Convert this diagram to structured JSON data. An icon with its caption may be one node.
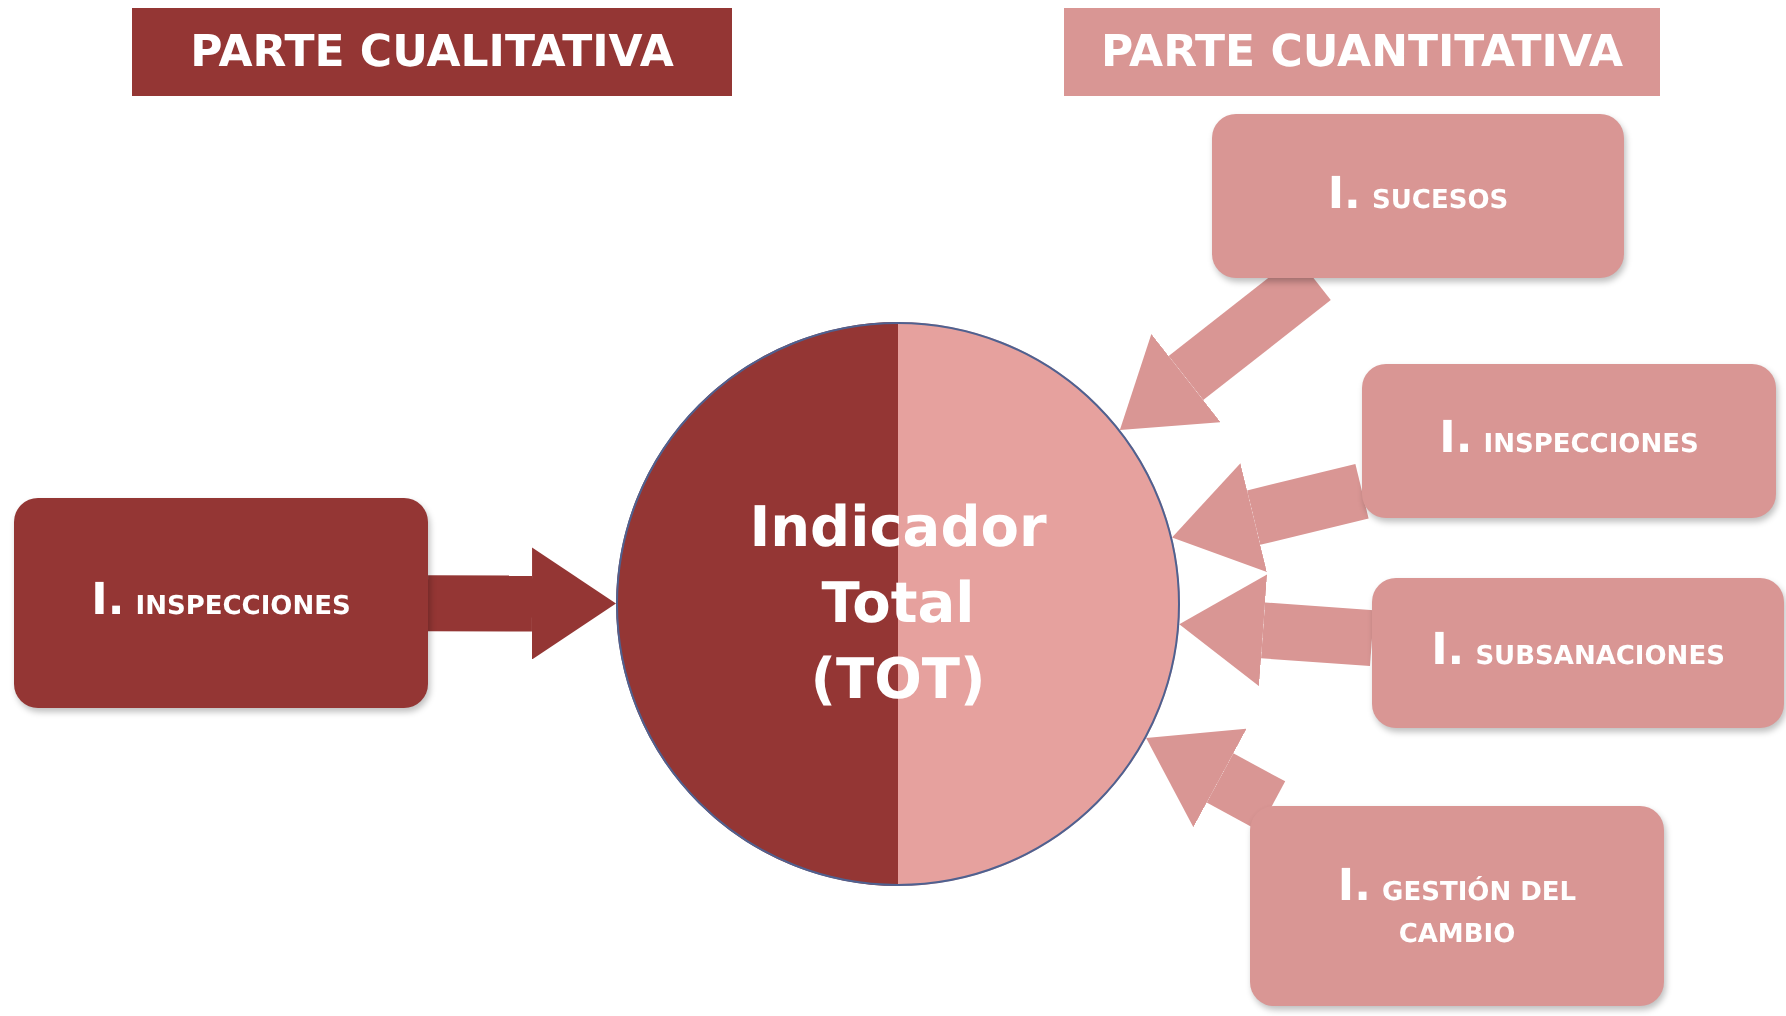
{
  "diagram": {
    "nodes": [
      {
        "text": [
          "PARTE CUALITATIVA"
        ]
      },
      {
        "text": [
          "PARTE CUANTITATIVA"
        ]
      },
      {
        "text": [
          "I.",
          "INSPECCIONES"
        ]
      },
      {
        "text": [
          "Indicador Total (TOT)"
        ]
      },
      {
        "text": [
          "I.",
          "SUCESOS"
        ]
      },
      {
        "text": [
          "I.",
          "INSPECCIONES"
        ]
      },
      {
        "text": [
          "I.",
          "SUBSANACIONES"
        ]
      },
      {
        "text": [
          "I.",
          "GESTIÓN DEL CAMBIO"
        ]
      }
    ],
    "edges": [
      {
        "from": 2,
        "to": 3,
        "arrow": "to",
        "color": "#943634"
      },
      {
        "from": 4,
        "to": 3,
        "arrow": "to"
      },
      {
        "from": 5,
        "to": 3,
        "arrow": "to"
      },
      {
        "from": 6,
        "to": 3,
        "arrow": "to"
      },
      {
        "from": 7,
        "to": 3,
        "arrow": "to"
      }
    ]
  }
}
